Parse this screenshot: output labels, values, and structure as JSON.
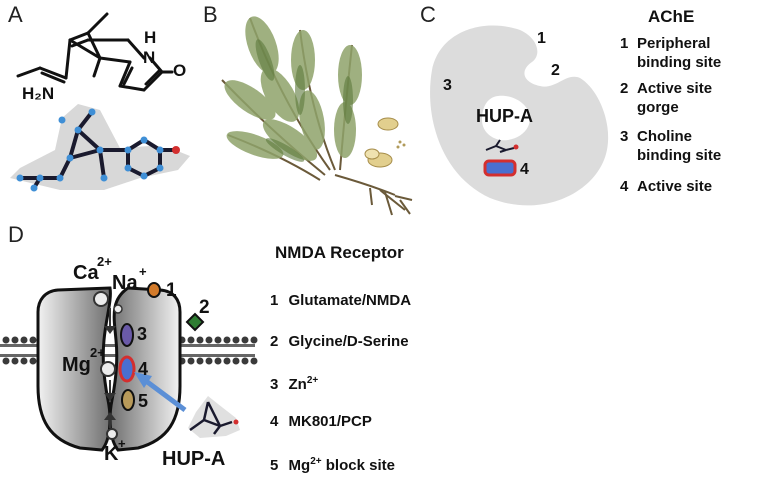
{
  "panels": {
    "a": {
      "letter": "A",
      "amine": "H₂N",
      "nh_h": "H",
      "nh_n": "N",
      "oxygen": "O"
    },
    "b": {
      "letter": "B"
    },
    "c": {
      "letter": "C",
      "ligand": "HUP-A",
      "site_numbers": [
        "1",
        "2",
        "3",
        "4"
      ]
    },
    "d": {
      "letter": "D",
      "ligand": "HUP-A",
      "ions": {
        "ca": "Ca",
        "ca_charge": "2+",
        "na": "Na",
        "na_charge": "+",
        "mg": "Mg",
        "mg_charge": "2+",
        "k": "K",
        "k_charge": "+"
      },
      "site_numbers": [
        "1",
        "2",
        "3",
        "4",
        "5"
      ]
    }
  },
  "ache_legend": {
    "title": "AChE",
    "items": [
      {
        "num": "1",
        "line1": "Peripheral",
        "line2": "binding site"
      },
      {
        "num": "2",
        "line1": "Active site",
        "line2": "gorge"
      },
      {
        "num": "3",
        "line1": "Choline",
        "line2": "binding site"
      },
      {
        "num": "4",
        "line1": "Active site",
        "line2": ""
      }
    ]
  },
  "nmda_legend": {
    "title": "NMDA Receptor",
    "items": [
      {
        "num": "1",
        "label": "Glutamate/NMDA"
      },
      {
        "num": "2",
        "label": "Glycine/D-Serine"
      },
      {
        "num": "3",
        "label": "Zn",
        "sup": "2+"
      },
      {
        "num": "4",
        "label": "MK801/PCP"
      },
      {
        "num": "5",
        "label": "Mg",
        "sup": "2+",
        "suffix": " block site"
      }
    ]
  },
  "colors": {
    "site1": "#d27a2a",
    "site2": "#2e7d32",
    "site3": "#6a5aa8",
    "site4_fill": "#4a6fd0",
    "site4_ring": "#d32f2f",
    "site5": "#b89a5a",
    "arrow": "#5b8fd6",
    "enzyme": "#dcdcdc"
  }
}
